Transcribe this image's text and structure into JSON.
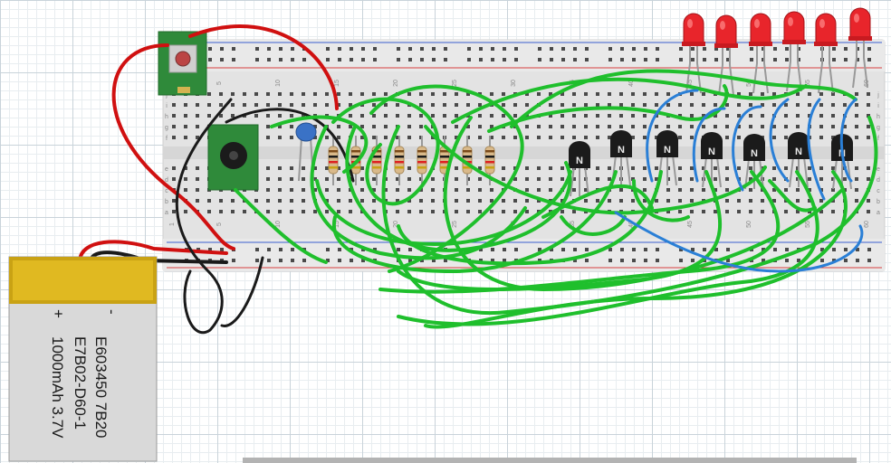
{
  "battery": {
    "minus_label": "-",
    "plus_label": "+",
    "line1": "E603450 7B20",
    "line2": "E7B02-D60-1",
    "line3": "1000mAh 3.7V"
  },
  "breadboard": {
    "column_numbers": [
      "1",
      "5",
      "10",
      "15",
      "20",
      "25",
      "30",
      "35",
      "40",
      "45",
      "50",
      "55",
      "60"
    ],
    "row_letters_top": [
      "j",
      "i",
      "h",
      "g",
      "f"
    ],
    "row_letters_bottom": [
      "e",
      "d",
      "c",
      "b",
      "a"
    ]
  },
  "components": {
    "transistor_label": "N",
    "transistor_count": 7,
    "resistor_count": 8,
    "led_count": 6
  },
  "colors": {
    "wire_green": "#1fbf2c",
    "wire_blue": "#2a7fd6",
    "wire_red": "#d01010",
    "wire_black": "#1a1a1a",
    "led_red": "#e8252b",
    "pcb_green": "#2f8a3a",
    "battery_gold": "#c9a214"
  }
}
